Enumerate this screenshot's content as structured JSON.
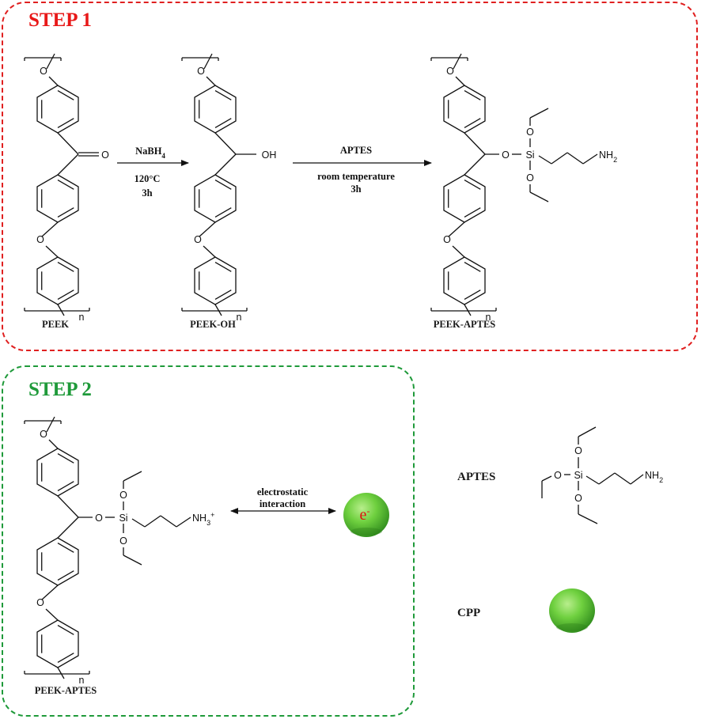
{
  "step1": {
    "title": "STEP 1",
    "reagent1": {
      "main": "NaBH",
      "sub": "4"
    },
    "conditions1": [
      "120°C",
      "3h"
    ],
    "reagent2": "APTES",
    "conditions2": [
      "room temperature",
      "3h"
    ],
    "compound_labels": [
      "PEEK",
      "PEEK-OH",
      "PEEK-APTES"
    ]
  },
  "step2": {
    "title": "STEP 2",
    "interaction": [
      "electrostatic",
      "interaction"
    ],
    "compound_label": "PEEK-APTES",
    "electron": {
      "symbol": "e",
      "sup": "-"
    }
  },
  "legend": {
    "aptes_label": "APTES",
    "cpp_label": "CPP"
  },
  "atoms": {
    "O": "O",
    "OH": "OH",
    "Si": "Si",
    "n": "n",
    "NH2": {
      "main": "NH",
      "sub": "2"
    },
    "NH3": {
      "main": "NH",
      "sub": "3",
      "sup": "+"
    }
  },
  "colors": {
    "step1_border": "#e02020",
    "step2_border": "#1f9a3a",
    "sphere": "#5cc233"
  }
}
